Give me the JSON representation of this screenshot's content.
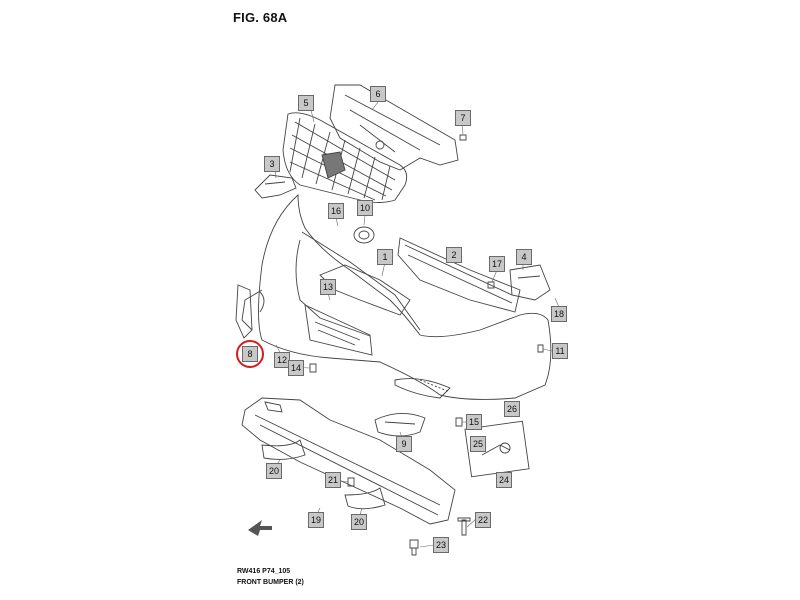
{
  "figure": {
    "title": "FIG. 68A"
  },
  "footer": {
    "code": "RW416 P74_105",
    "name": "FRONT BUMPER (2)"
  },
  "highlighted_part": "8",
  "part_labels": [
    "1",
    "2",
    "3",
    "4",
    "5",
    "6",
    "7",
    "8",
    "9",
    "10",
    "11",
    "12",
    "13",
    "14",
    "15",
    "16",
    "17",
    "18",
    "19",
    "20",
    "20",
    "21",
    "22",
    "23",
    "24",
    "25",
    "26"
  ]
}
